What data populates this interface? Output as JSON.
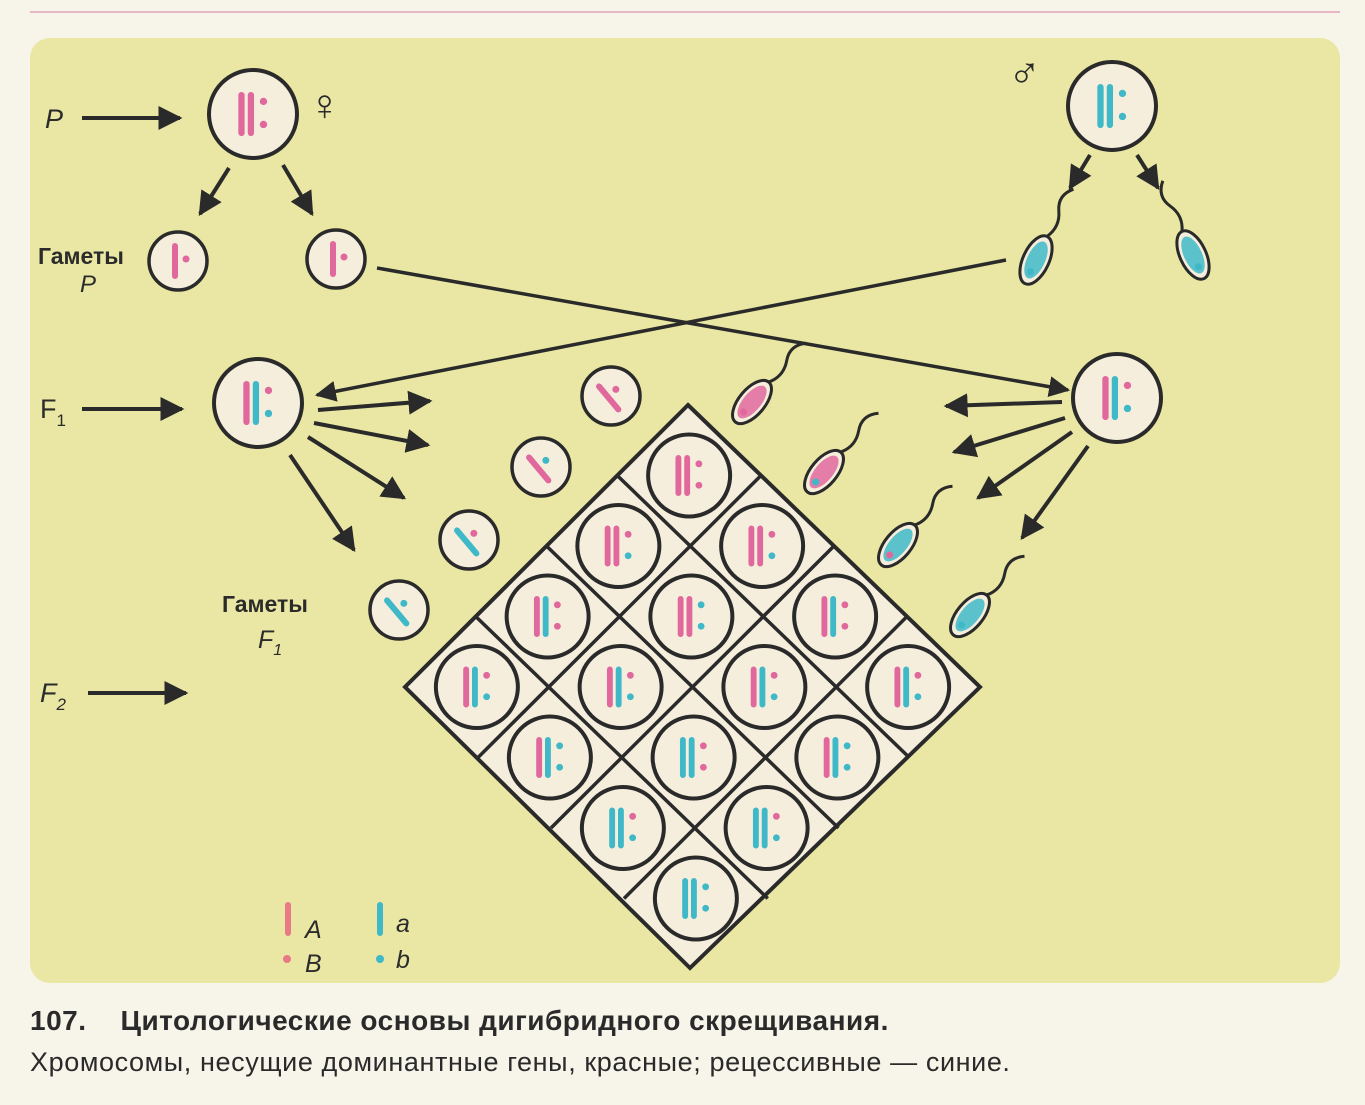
{
  "labels": {
    "p": "P",
    "f1": "F",
    "f1_sub": "1",
    "f2": "F",
    "f2_sub": "2",
    "gametes_p_line1": "Гаметы",
    "gametes_p_line2": "P",
    "gametes_f1_line1": "Гаметы",
    "gametes_f1_line2": "F",
    "gametes_f1_sub": "1",
    "female_symbol": "♀",
    "male_symbol": "♂"
  },
  "legend": {
    "dominant_A": "A",
    "dominant_B": "B",
    "recessive_a": "a",
    "recessive_b": "b"
  },
  "caption": {
    "number": "107.",
    "title": "Цитологические основы дигибридного скрещивания.",
    "subtitle": "Хромосомы, несущие доминантные гены, красные; рецессивные — синие."
  },
  "colors": {
    "background": "#e9e7a3",
    "dominant": "#e0689d",
    "recessive": "#3fb8c8",
    "cell_fill": "#f5eedd",
    "line": "#2a2a2a"
  },
  "punnett_genotypes": [
    [
      "AABB",
      "AABb",
      "AaBB",
      "AaBb"
    ],
    [
      "AABb",
      "AAbb",
      "AaBb",
      "Aabb"
    ],
    [
      "AaBB",
      "AaBb",
      "aaBB",
      "aaBb"
    ],
    [
      "AaBb",
      "Aabb",
      "aaBb",
      "aabb"
    ]
  ]
}
